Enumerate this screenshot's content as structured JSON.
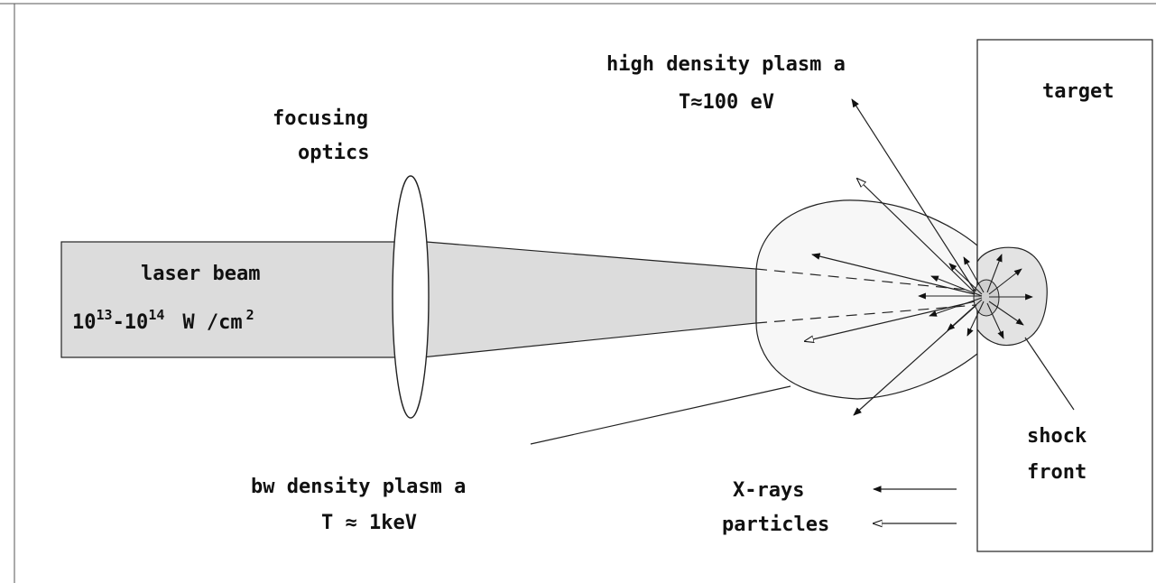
{
  "labels": {
    "laser_beam": "laser beam",
    "intensity_base1": "10",
    "intensity_exp1": "13",
    "intensity_dash": "-10",
    "intensity_exp2": "14",
    "intensity_unit": "W /cm",
    "intensity_unit_exp": "2",
    "focusing_optics_line1": "focusing",
    "focusing_optics_line2": "optics",
    "high_density_line1": "high density plasm a",
    "high_density_line2": "T≈100 eV",
    "target": "target",
    "low_density_line1": "bw density plasm a",
    "low_density_line2": "T ≈ 1keV",
    "shock_front_line1": "shock",
    "shock_front_line2": "front",
    "xrays": "X-rays",
    "particles": "particles"
  },
  "colors": {
    "beam_fill": "#dcdcdc",
    "plasma_fill": "#f7f7f7",
    "core_fill": "#d4d4d4",
    "stroke": "#111111"
  }
}
